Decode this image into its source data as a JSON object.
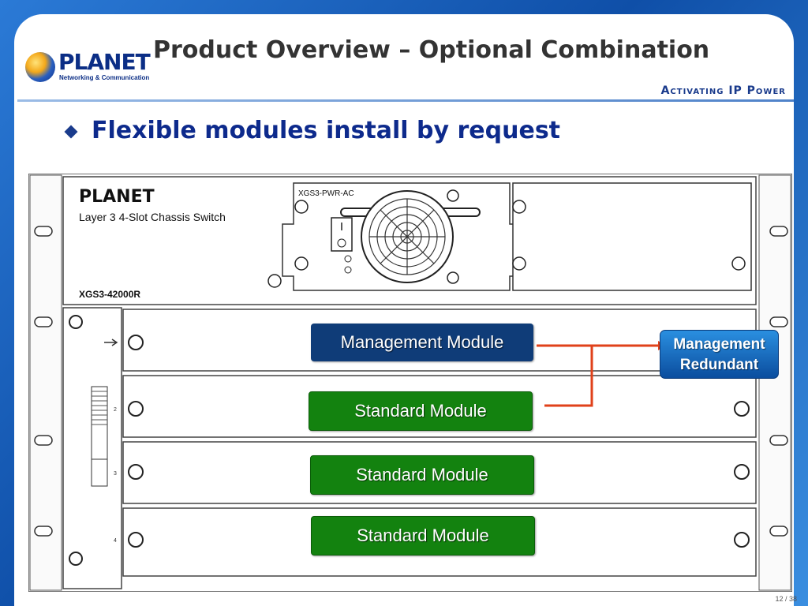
{
  "slide": {
    "title": "Product Overview – Optional Combination",
    "tagline": "Activating IP Power",
    "bullet": "Flexible modules install by request",
    "page_number": "12 / 38"
  },
  "logo": {
    "word": "PLANET",
    "sub": "Networking & Communication"
  },
  "chassis": {
    "brand": "PLANET",
    "description": "Layer 3 4-Slot Chassis Switch",
    "model": "XGS3-42000R",
    "power_label": "XGS3-PWR-AC",
    "slot_numbers": [
      "2",
      "3",
      "4"
    ]
  },
  "modules": {
    "management": "Management Module",
    "standard_1": "Standard Module",
    "standard_2": "Standard Module",
    "standard_3": "Standard Module"
  },
  "redundant": {
    "line1": "Management",
    "line2": "Redundant"
  },
  "colors": {
    "management_module": "#0f3c78",
    "standard_module": "#13820f",
    "connector": "#e0411a",
    "redundant_box": "#1a6fc8"
  }
}
